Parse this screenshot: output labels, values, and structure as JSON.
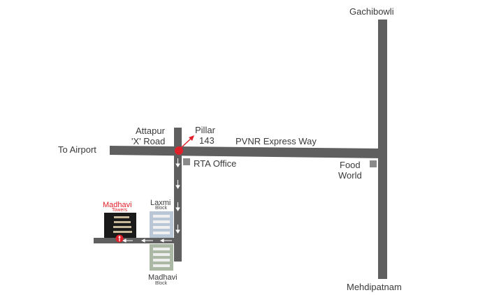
{
  "places": {
    "north": "Gachibowli",
    "south": "Mehdipatnam",
    "west": "To Airport",
    "junction_line1": "Attapur",
    "junction_line2": "'X' Road",
    "pillar_line1": "Pillar",
    "pillar_line2": "143",
    "expressway": "PVNR Express Way",
    "rta": "RTA Office",
    "food_line1": "Food",
    "food_line2": "World"
  },
  "buildings": {
    "madhavi_towers": {
      "name": "Madhavi",
      "sub": "Towers"
    },
    "laxmi_block": {
      "name": "Laxmi",
      "sub": "Block"
    },
    "madhavi_block": {
      "name": "Madhavi",
      "sub": "Block"
    }
  },
  "colors": {
    "road": "#5f5f5f",
    "marker": "#e0202a",
    "landmark": "#8a8a8a"
  }
}
